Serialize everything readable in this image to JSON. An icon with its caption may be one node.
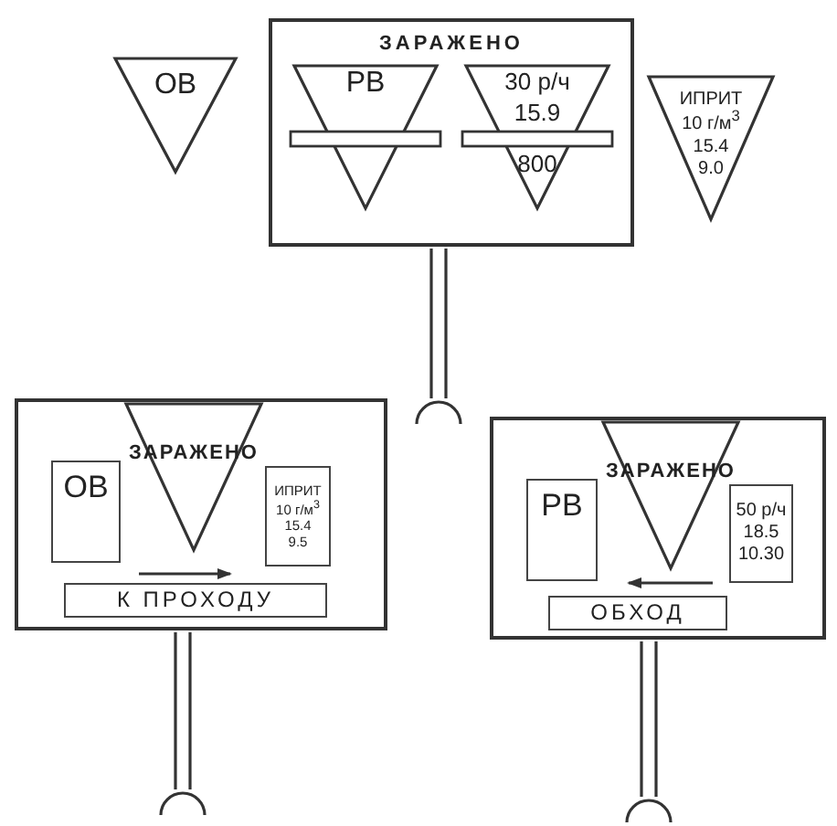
{
  "diagram": {
    "nodes": [
      {
        "text": [
          "ОВ"
        ]
      },
      {
        "text": [
          "ЗАРАЖЕНО"
        ]
      },
      {
        "text": [
          "РВ"
        ],
        "in": 1
      },
      {
        "text": [
          "30 р/ч",
          "15.9",
          "800"
        ],
        "in": 1
      },
      {
        "text": [
          "ИПРИТ",
          "10 г/м$^{3}$",
          "15.4",
          "9.0"
        ]
      },
      {
        "text": [],
        "shape": "box"
      },
      {
        "text": [
          "ОВ"
        ],
        "in": 5
      },
      {
        "text": [
          "ЗАРАЖЕНО"
        ],
        "in": 5
      },
      {
        "text": [
          "ИПРИТ",
          "10 г/м$^{3}$",
          "15.4",
          "9.5"
        ],
        "in": 5
      },
      {
        "text": [
          "К ПРОХОДУ"
        ],
        "in": 5
      },
      {
        "text": [],
        "shape": "box"
      },
      {
        "text": [
          "РВ"
        ],
        "in": 10
      },
      {
        "text": [
          "ЗАРАЖЕНО"
        ],
        "in": 10
      },
      {
        "text": [
          "50 р/ч",
          "18.5",
          "10.30"
        ],
        "in": 10
      },
      {
        "text": [
          "ОБХОД"
        ],
        "in": 10
      }
    ]
  }
}
